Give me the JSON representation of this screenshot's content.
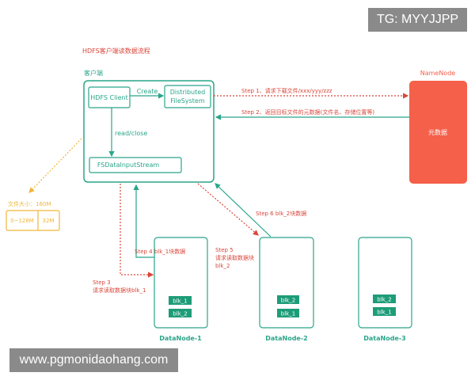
{
  "title": "HDFS客户端读数据流程",
  "colors": {
    "teal": "#2aa58a",
    "red": "#d9463a",
    "orange": "#f0b63a",
    "namenode": "#f5604a",
    "block": "#1d9c78"
  },
  "client": {
    "label": "客户端",
    "hdfs_client": "HDFS Client",
    "create": "Create",
    "dfs_line1": "Distributed",
    "dfs_line2": "FileSystem",
    "read_close": "read/close",
    "fsdis": "FSDataInputStream"
  },
  "namenode": {
    "label": "NameNode",
    "content": "元数据"
  },
  "steps": {
    "step1": "Step 1、请求下载文件/xxx/yyy/zzz",
    "step2": "Step 2、返回目标文件的元数据(文件名、存储位置等)",
    "step3_line1": "Step 3",
    "step3_line2": "请求读取数据块blk_1",
    "step4": "Step 4 blk_1块数据",
    "step5_line1": "Step 5",
    "step5_line2": "请求读取数据块",
    "step5_line3": "blk_2",
    "step6": "Step 6 blk_2块数据"
  },
  "file": {
    "size_label": "文件大小：160M",
    "part1": "0~128M",
    "part2": "32M"
  },
  "datanodes": [
    {
      "label": "DataNode-1",
      "blocks": [
        "blk_1",
        "blk_2"
      ]
    },
    {
      "label": "DataNode-2",
      "blocks": [
        "blk_2",
        "blk_1"
      ]
    },
    {
      "label": "DataNode-3",
      "blocks": [
        "blk_2",
        "blk_1"
      ]
    }
  ],
  "watermarks": {
    "tg": "TG: MYYJJPP",
    "url": "www.pgmonidaohang.com"
  }
}
